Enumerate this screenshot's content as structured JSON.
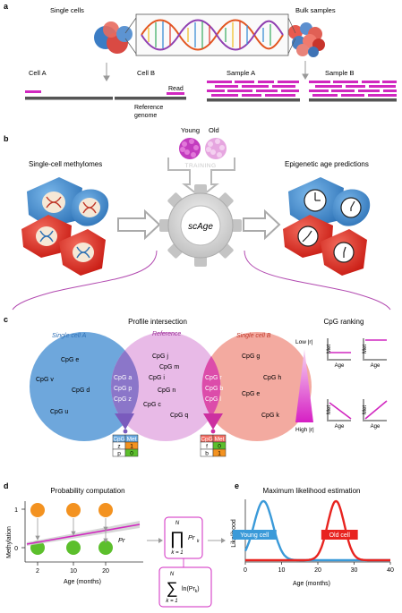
{
  "panels": {
    "a": "a",
    "b": "b",
    "c": "c",
    "d": "d",
    "e": "e"
  },
  "a": {
    "single_cells": "Single cells",
    "bulk_samples": "Bulk samples",
    "cell_a": "Cell A",
    "cell_b": "Cell B",
    "read": "Read",
    "reference_genome": "Reference\ngenome",
    "sample_a": "Sample A",
    "sample_b": "Sample B"
  },
  "b": {
    "young": "Young",
    "old": "Old",
    "training": "TRAINING",
    "single_cell_methylomes": "Single-cell methylomes",
    "scage": "scAge",
    "epigenetic_age_predictions": "Epigenetic age predictions"
  },
  "c": {
    "profile_intersection": "Profile intersection",
    "cpg_ranking": "CpG ranking",
    "single_cell_a": "Single cell A",
    "reference": "Reference",
    "single_cell_b": "Single cell B",
    "set_a_only": [
      "CpG e",
      "CpG v",
      "CpG d",
      "CpG u"
    ],
    "ab_overlap": [
      "CpG a",
      "CpG p",
      "CpG z"
    ],
    "reference_only": [
      "CpG j",
      "CpG m",
      "CpG i",
      "CpG n",
      "CpG c",
      "CpG q"
    ],
    "rb_overlap": [
      "CpG r",
      "CpG b",
      "CpG l"
    ],
    "set_b_only": [
      "CpG g",
      "CpG h",
      "CpG e",
      "CpG k"
    ],
    "table_a": {
      "header": [
        "CpG",
        "Met"
      ],
      "rows": [
        [
          "z",
          "1"
        ],
        [
          "p",
          "0"
        ]
      ]
    },
    "table_b": {
      "header": [
        "CpG",
        "Met"
      ],
      "rows": [
        [
          "f",
          "0"
        ],
        [
          "b",
          "1"
        ]
      ]
    },
    "low_r": "Low |r|",
    "high_r": "High |r|",
    "met": "Met",
    "age": "Age"
  },
  "d": {
    "title": "Probability computation",
    "ylabel": "Methylation",
    "xlabel": "Age (months)",
    "yticks": [
      "1",
      "0"
    ],
    "xticks": [
      "2",
      "10",
      "20"
    ],
    "pr": "Pr",
    "product_top": "N",
    "product_bottom": "k = 1",
    "product_term": "Pr",
    "product_sub": "k",
    "sum_top": "N",
    "sum_bottom": "k = 1",
    "sum_term": "ln(Pr",
    "sum_sub": "k",
    "sum_close": ")"
  },
  "e": {
    "title": "Maximum likelihood estimation",
    "ylabel": "Likelihood",
    "xlabel": "Age (months)",
    "young_cell": "Young cell",
    "old_cell": "Old cell"
  },
  "chart_data": {
    "type": "line",
    "xlabel": "Age (months)",
    "ylabel": "Likelihood",
    "xlim": [
      0,
      40
    ],
    "xticks": [
      0,
      10,
      20,
      30,
      40
    ],
    "series": [
      {
        "name": "Young cell",
        "color": "#3a9ad9",
        "mean": 5,
        "sd": 2.6
      },
      {
        "name": "Old cell",
        "color": "#e8231f",
        "mean": 25,
        "sd": 2.3
      }
    ]
  },
  "colors": {
    "magenta": "#d128c0",
    "blue": "#4a98d8",
    "red": "#e62b22",
    "orange": "#f39220",
    "green": "#5cbf2c",
    "grey": "#8a8a8a"
  }
}
